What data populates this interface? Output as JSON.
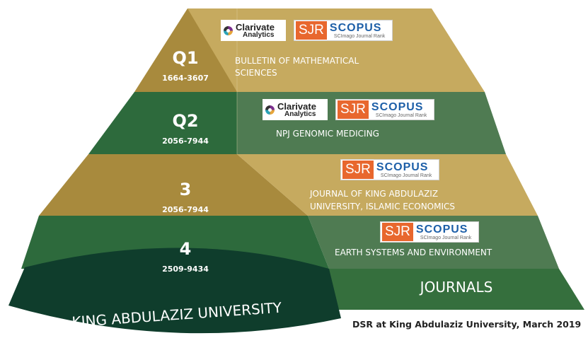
{
  "levels": [
    {
      "label": "Q1",
      "issn": "1664-3607",
      "journal_line1": "BULLETIN OF MATHEMATICAL",
      "journal_line2": "SCIENCES",
      "clarivate": true
    },
    {
      "label": "Q2",
      "issn": "2056-7944",
      "journal_line1": "NPJ GENOMIC MEDICING",
      "journal_line2": "",
      "clarivate": true
    },
    {
      "label": "3",
      "issn": "2056-7944",
      "journal_line1": "JOURNAL OF KING ABDULAZIZ",
      "journal_line2": "UNIVERSITY, ISLAMIC ECONOMICS",
      "clarivate": false
    },
    {
      "label": "4",
      "issn": "2509-9434",
      "journal_line1": "EARTH SYSTEMS AND ENVIRONMENT",
      "journal_line2": "",
      "clarivate": false
    }
  ],
  "base_label": "KING ABDULAZIZ UNIVERSITY",
  "journals_label": "JOURNALS",
  "footer": "DSR at King Abdulaziz University, March 2019",
  "logos": {
    "clarivate_name": "Clarivate",
    "clarivate_sub": "Analytics",
    "sjr": "SJR",
    "scopus": "SCOPUS",
    "scimago": "SCImago Journal Rank"
  },
  "colors": {
    "gold_dark": "#a88a3d",
    "gold_light": "#c6aa5f",
    "green_dark": "#2d6a3c",
    "green_light": "#4f7b52",
    "base_dark": "#0f3d2c",
    "journals_green": "#356f3d"
  }
}
